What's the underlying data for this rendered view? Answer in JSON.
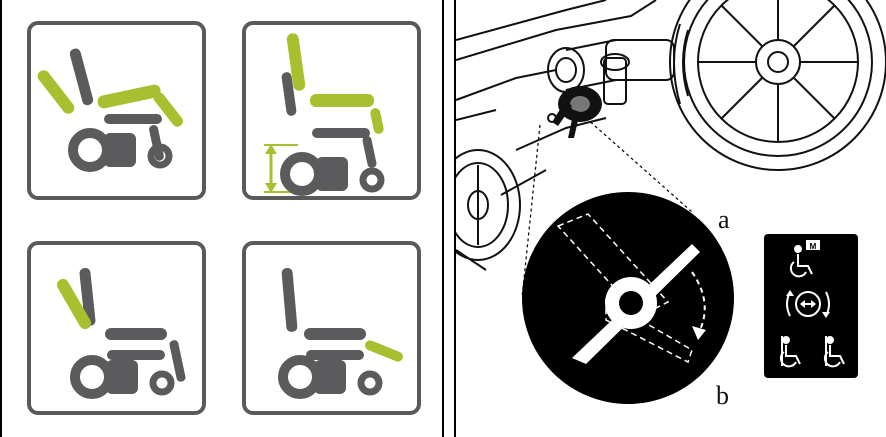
{
  "left_panel": {
    "tiles": [
      {
        "mode": "tilt-seat-and-backrest",
        "icon": "wheelchair-tilt-icon"
      },
      {
        "mode": "seat-lift",
        "icon": "wheelchair-lift-icon"
      },
      {
        "mode": "backrest-recline",
        "icon": "wheelchair-recline-icon"
      },
      {
        "mode": "legrest-elevate",
        "icon": "wheelchair-legrest-icon"
      }
    ],
    "colors": {
      "highlight": "#a8bf2f",
      "body": "#5b5b5d",
      "frame": "#5a5a5a"
    }
  },
  "right_panel": {
    "callout_labels": {
      "a": "a",
      "b": "b"
    },
    "control_panel": {
      "mode_badge": "M",
      "icons": [
        "wheelchair-manual-mode-icon",
        "rotate-arrows-icon",
        "wheelchair-drive-icon",
        "wheelchair-drive-icon"
      ]
    }
  }
}
